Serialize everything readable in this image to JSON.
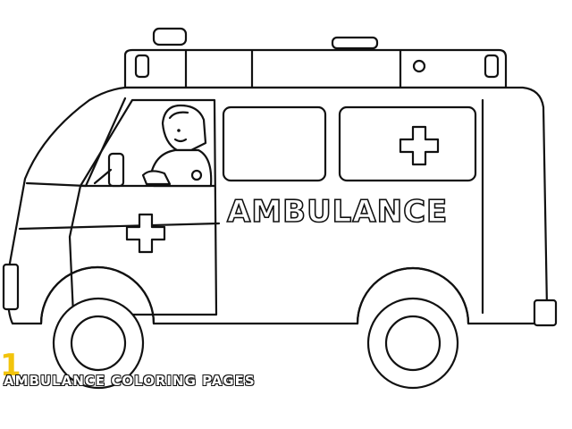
{
  "vehicle": {
    "side_label": "AMBULANCE"
  },
  "overlay": {
    "badge_digit": "1",
    "caption": "AMBULANCE COLORING PAGES"
  },
  "colors": {
    "line": "#111111",
    "background": "#ffffff",
    "badge": "#f2c40c"
  }
}
